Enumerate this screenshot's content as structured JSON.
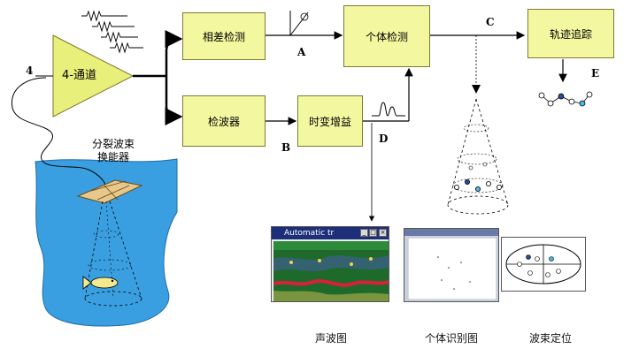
{
  "blocks": {
    "channel": "4-通道",
    "phase_detect": "相差检测",
    "individual_detect": "个体检测",
    "track": "轨迹追踪",
    "detector": "检波器",
    "tvg": "时变增益",
    "transducer": "分裂波束\n换能器"
  },
  "letters": {
    "a": "A",
    "b": "B",
    "c": "C",
    "d": "D",
    "e": "E",
    "four": "4"
  },
  "windows": {
    "echogram_title": "Automatic tr",
    "echogram_buttons": [
      "_",
      "□",
      "×"
    ]
  },
  "captions": {
    "echogram": "声波图",
    "individual_map": "个体识别图",
    "beam_position": "波束定位"
  },
  "colors": {
    "block_fill": "#f3f7a0",
    "triangle_fill": "#e8ef7a",
    "water": "#3a9fe0",
    "arrow": "#000000",
    "echogram_bg": "#1e6a2a",
    "echogram_band": "#d8203a"
  }
}
